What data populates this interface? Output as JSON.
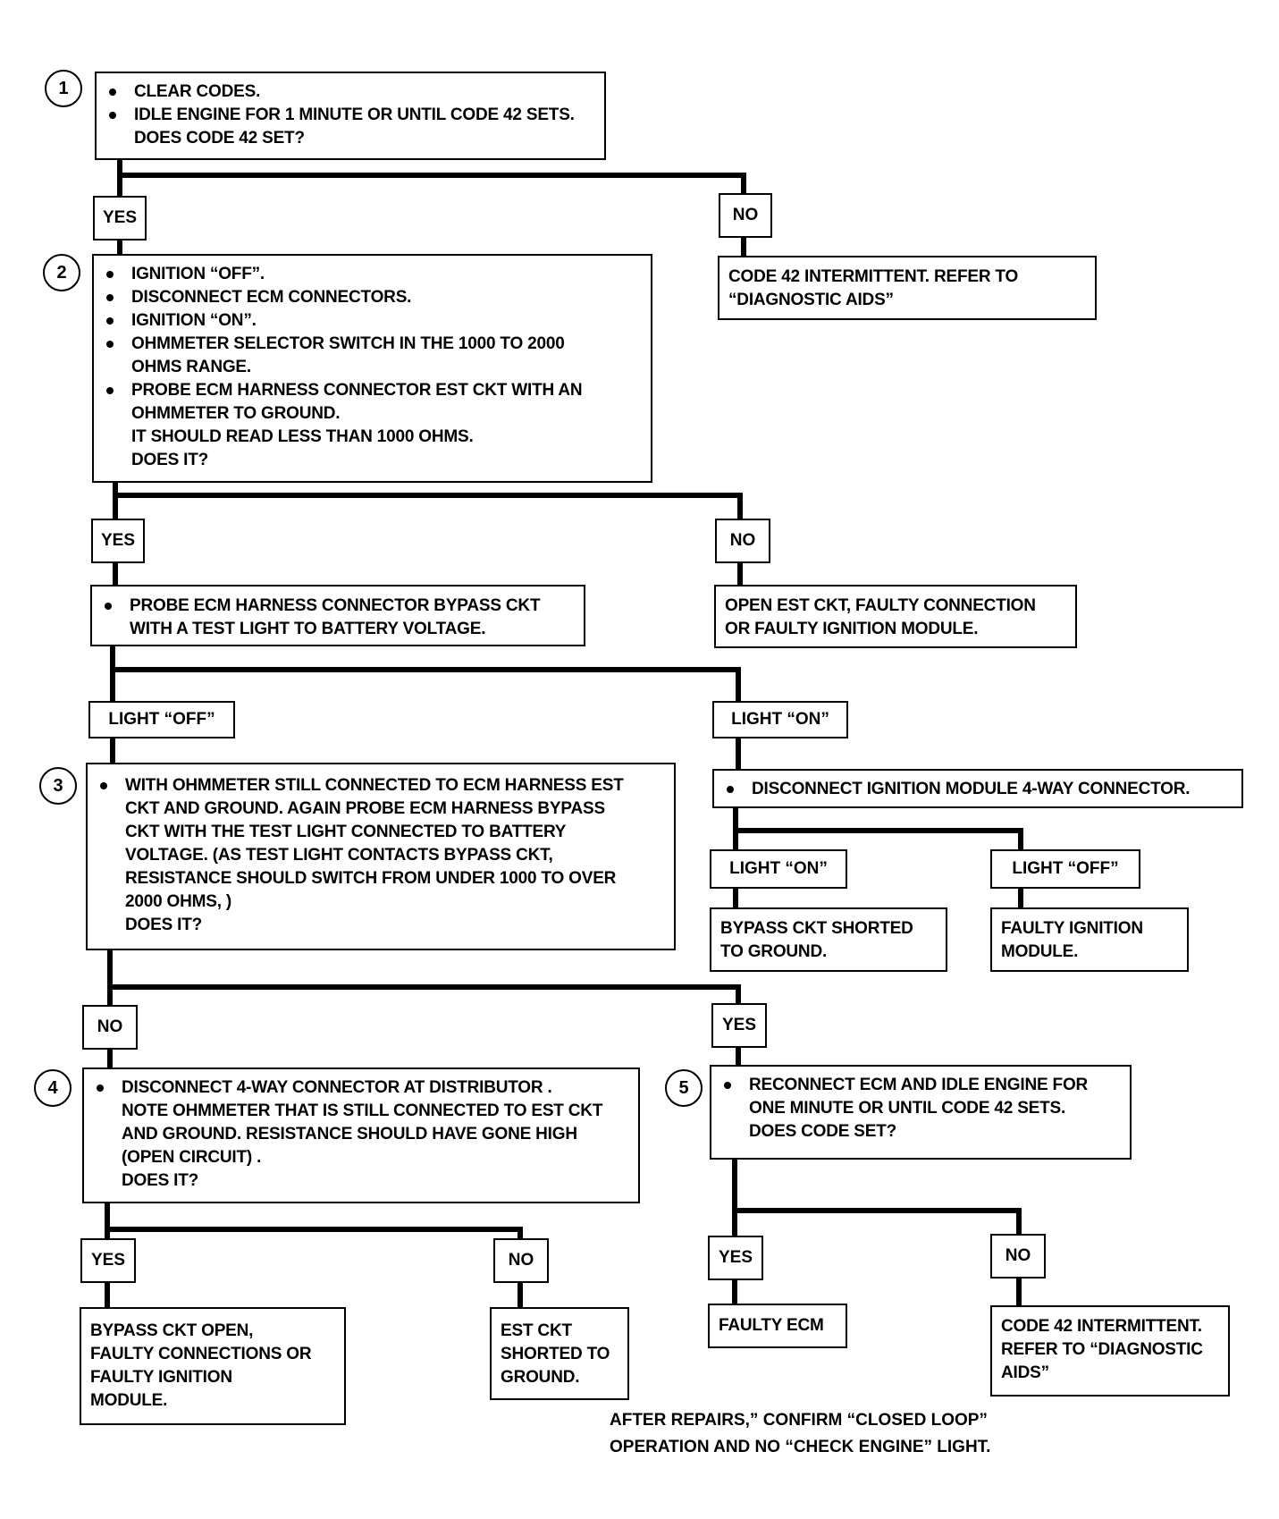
{
  "steps": {
    "s1": "1",
    "s2": "2",
    "s3": "3",
    "s4": "4",
    "s5": "5"
  },
  "box1": {
    "bullets": [
      "CLEAR CODES.",
      "IDLE ENGINE FOR 1 MINUTE OR UNTIL CODE 42 SETS."
    ],
    "question": "DOES CODE 42 SET?"
  },
  "box1_yes": "YES",
  "box1_no": "NO",
  "box1_no_result": [
    "CODE 42 INTERMITTENT.  REFER TO",
    "“DIAGNOSTIC AIDS”"
  ],
  "box2": {
    "b1": "IGNITION “OFF”.",
    "b2": "DISCONNECT ECM CONNECTORS.",
    "b3": "IGNITION “ON”.",
    "b4": [
      "OHMMETER SELECTOR SWITCH IN THE 1000 TO 2000",
      "OHMS RANGE."
    ],
    "b5": [
      "PROBE ECM HARNESS CONNECTOR EST CKT WITH AN",
      "OHMMETER TO GROUND.",
      "IT SHOULD READ LESS THAN 1000 OHMS.",
      "DOES IT?"
    ]
  },
  "box2_yes": "YES",
  "box2_no": "NO",
  "box2_no_result": [
    "OPEN EST CKT, FAULTY CONNECTION",
    "OR FAULTY IGNITION MODULE."
  ],
  "probe_box": [
    "PROBE ECM HARNESS CONNECTOR BYPASS CKT",
    "WITH A TEST LIGHT TO BATTERY VOLTAGE."
  ],
  "light_off_label": "LIGHT “OFF”",
  "light_on_label": "LIGHT “ON”",
  "box3": [
    "WITH OHMMETER STILL CONNECTED TO ECM HARNESS EST",
    "CKT  AND GROUND.  AGAIN PROBE ECM HARNESS BYPASS",
    "CKT WITH THE TEST LIGHT CONNECTED TO BATTERY",
    "VOLTAGE.  (AS TEST LIGHT CONTACTS BYPASS CKT,",
    "RESISTANCE SHOULD SWITCH FROM UNDER 1000 TO OVER",
    "2000 OHMS, )",
    "DOES IT?"
  ],
  "disconnect_module": "DISCONNECT IGNITION MODULE 4-WAY CONNECTOR.",
  "module_light_on": "LIGHT “ON”",
  "module_light_off": "LIGHT “OFF”",
  "bypass_shorted": [
    "BYPASS CKT   SHORTED",
    "TO GROUND."
  ],
  "faulty_module": [
    "FAULTY IGNITION",
    "MODULE."
  ],
  "box3_no": "NO",
  "box3_yes": "YES",
  "box4": [
    "DISCONNECT 4-WAY CONNECTOR AT DISTRIBUTOR .",
    "NOTE OHMMETER THAT IS STILL CONNECTED TO EST CKT",
    "AND GROUND. RESISTANCE SHOULD HAVE GONE HIGH",
    "(OPEN CIRCUIT) .",
    "DOES IT?"
  ],
  "box5": [
    "RECONNECT ECM AND IDLE ENGINE FOR",
    "ONE MINUTE OR UNTIL CODE 42 SETS.",
    "DOES CODE SET?"
  ],
  "box4_yes": "YES",
  "box4_no": "NO",
  "box5_yes": "YES",
  "box5_no": "NO",
  "bypass_open": [
    "BYPASS CKT  OPEN,",
    "FAULTY CONNECTIONS OR",
    "FAULTY IGNITION",
    "MODULE."
  ],
  "est_shorted": [
    "EST CKT",
    "SHORTED TO",
    "GROUND."
  ],
  "faulty_ecm": "FAULTY ECM",
  "code42_intermittent": [
    "CODE 42 INTERMITTENT.",
    "REFER TO “DIAGNOSTIC",
    "AIDS”"
  ],
  "footer": [
    "AFTER REPAIRS,” CONFIRM “CLOSED LOOP”",
    "OPERATION AND NO “CHECK ENGINE” LIGHT."
  ]
}
